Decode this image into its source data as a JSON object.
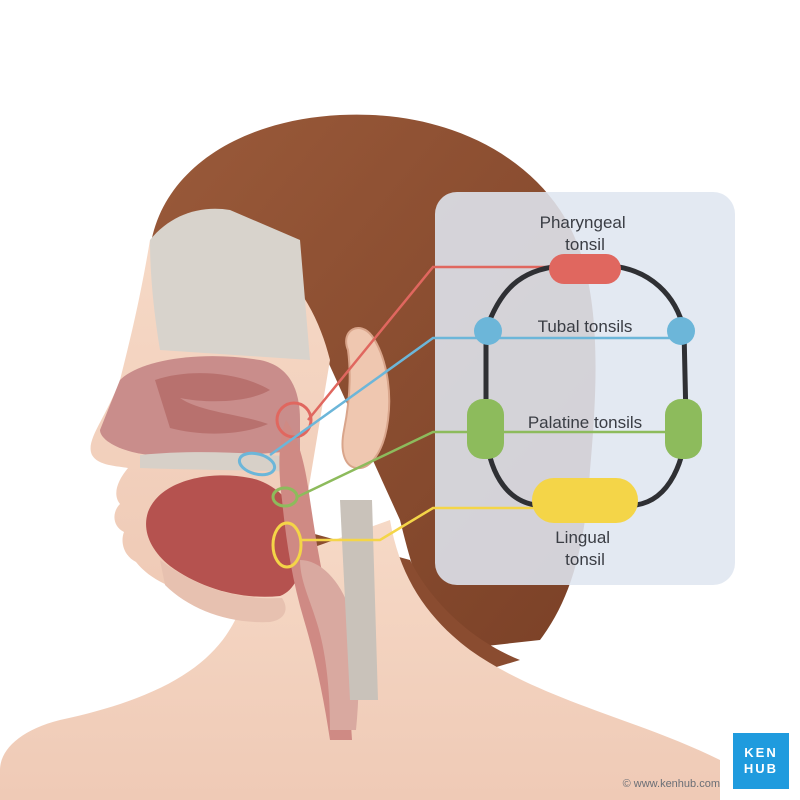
{
  "labels": {
    "pharyngeal": [
      "Pharyngeal",
      "tonsil"
    ],
    "tubal": "Tubal tonsils",
    "palatine": "Palatine tonsils",
    "lingual": [
      "Lingual",
      "tonsil"
    ]
  },
  "colors": {
    "pharyngeal": "#e0675f",
    "tubal": "#6cb6d9",
    "palatine": "#8dbb5c",
    "lingual": "#f4d548",
    "ring": "#2f3034",
    "panel": "#dfe6f0",
    "brand": "#1f9bde"
  },
  "logo": {
    "line1": "KEN",
    "line2": "HUB"
  },
  "copyright": "© www.kenhub.com",
  "icons": {
    "logo": "kenhub-logo-icon"
  }
}
